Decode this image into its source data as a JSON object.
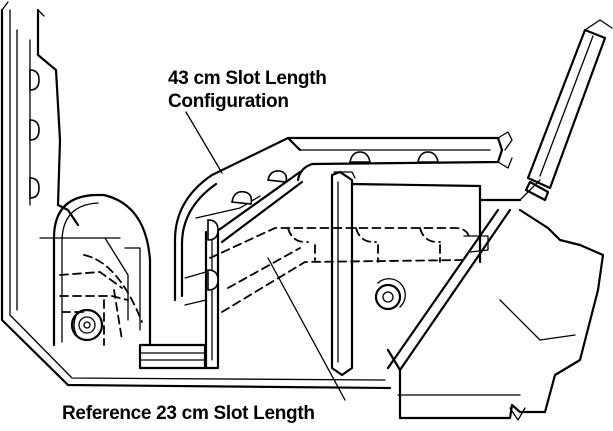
{
  "labels": {
    "top_line1": "43 cm Slot Length",
    "top_line2": "Configuration",
    "bottom": "Reference 23 cm Slot Length"
  },
  "colors": {
    "ink": "#000000",
    "background": "#ffffff"
  }
}
